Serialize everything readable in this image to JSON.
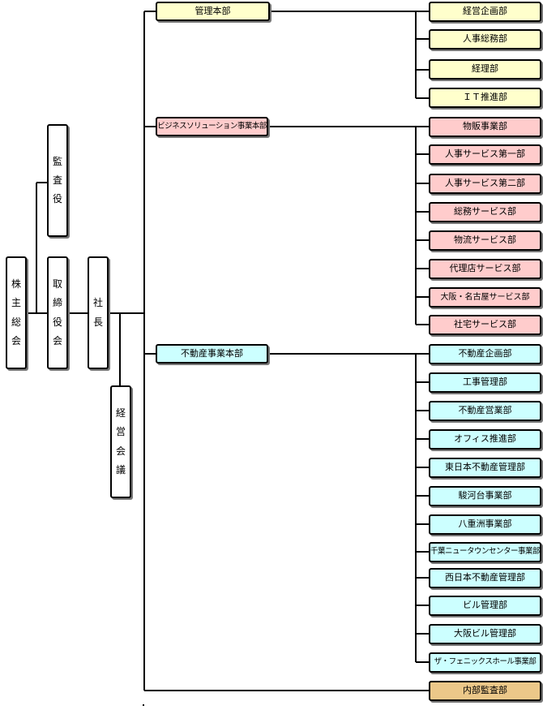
{
  "shareholders_meeting": "株主総会",
  "auditor": "監査役",
  "board": "取締役会",
  "president": "社長",
  "management_meeting": "経営会議",
  "divisions": [
    {
      "name": "管理本部",
      "color": "#ffffcc",
      "departments": [
        "経営企画部",
        "人事総務部",
        "経理部",
        "ＩＴ推進部"
      ]
    },
    {
      "name": "ビジネスソリューション事業本部",
      "color": "#ffcccc",
      "departments": [
        "物販事業部",
        "人事サービス第一部",
        "人事サービス第二部",
        "総務サービス部",
        "物流サービス部",
        "代理店サービス部",
        "大阪・名古屋サービス部",
        "社宅サービス部"
      ]
    },
    {
      "name": "不動産事業本部",
      "color": "#ccffff",
      "departments": [
        "不動産企画部",
        "工事管理部",
        "不動産営業部",
        "オフィス推進部",
        "東日本不動産管理部",
        "駿河台事業部",
        "八重洲事業部",
        "千葉ニュータウンセンター事業部",
        "西日本不動産管理部",
        "ビル管理部",
        "大阪ビル管理部",
        "ザ・フェニックスホール事業部"
      ]
    }
  ],
  "internal_audit": "内部監査部",
  "internal_audit_color": "#ecc889"
}
